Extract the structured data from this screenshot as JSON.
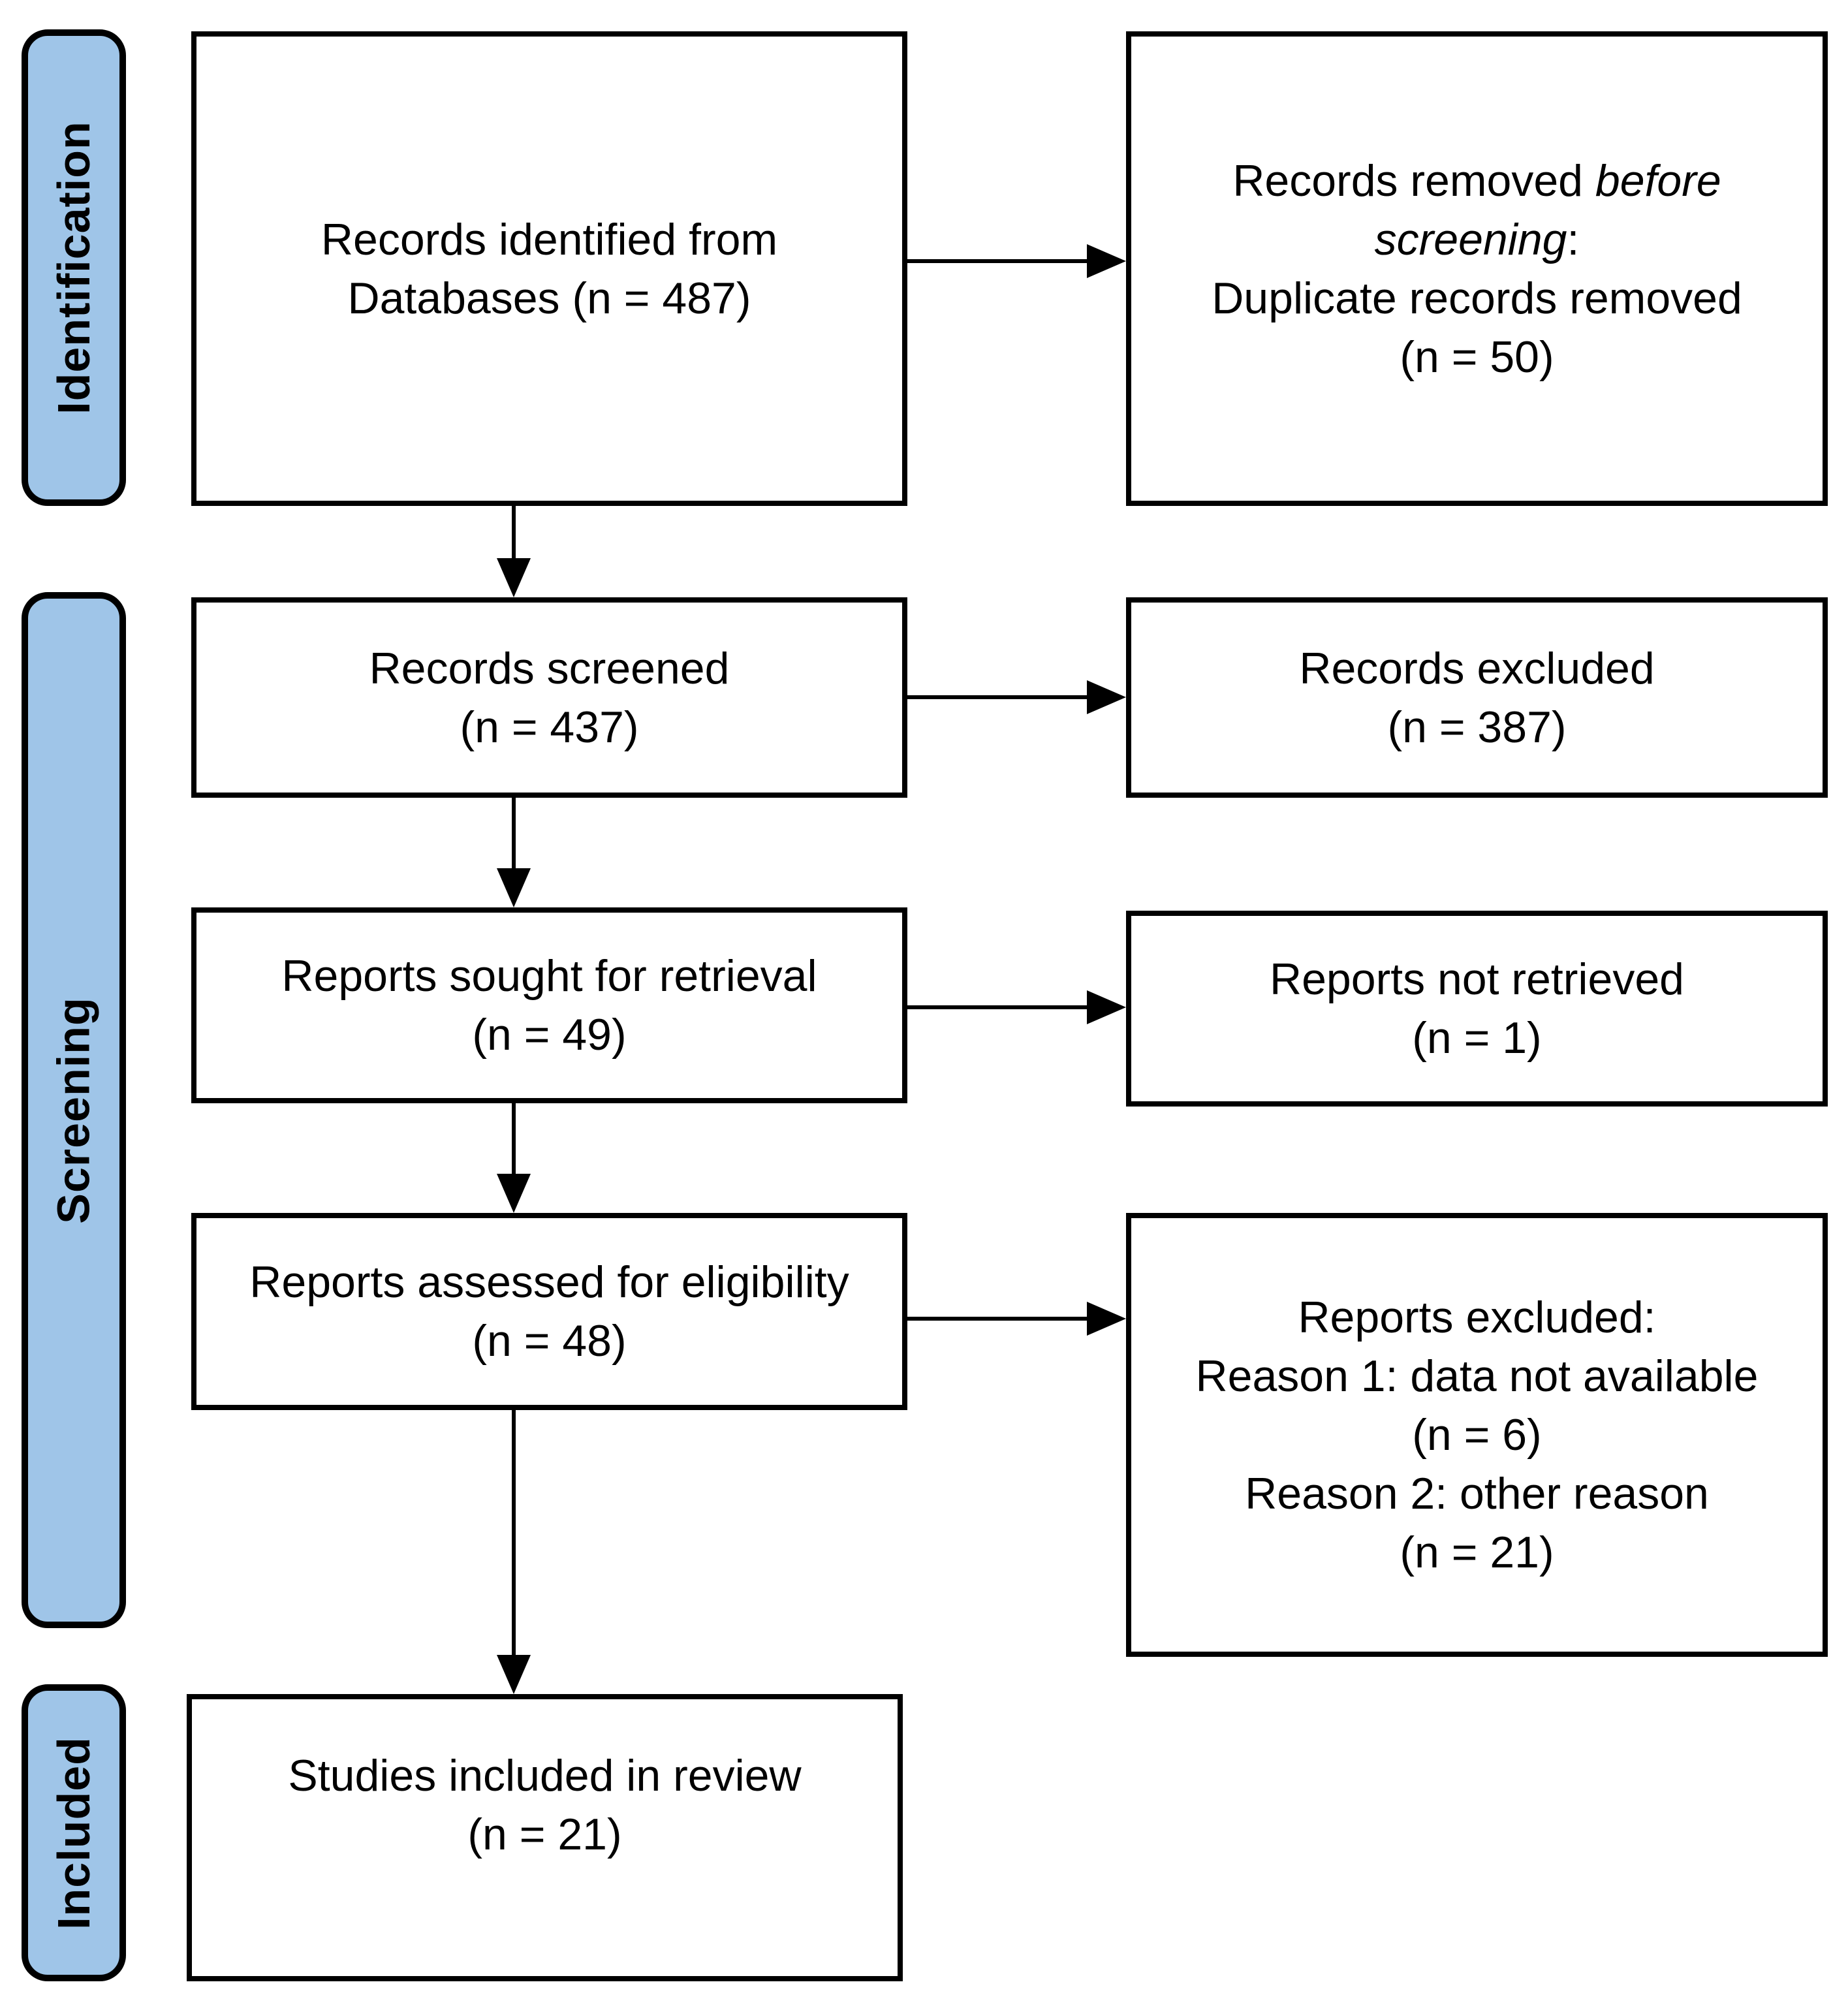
{
  "stages": {
    "identification": "Identification",
    "screening": "Screening",
    "included": "Included"
  },
  "boxes": {
    "records_identified": {
      "lines": [
        "Records identified from",
        "Databases (n = 487)"
      ]
    },
    "records_removed": {
      "line1_regular": "Records removed ",
      "line1_italic": "before",
      "line2_italic": "screening",
      "line2_colon": ":",
      "line3": "Duplicate records removed",
      "line4": "(n = 50)"
    },
    "records_screened": {
      "lines": [
        "Records screened",
        "(n = 437)"
      ]
    },
    "records_excluded": {
      "lines": [
        "Records excluded",
        "(n = 387)"
      ]
    },
    "reports_sought": {
      "lines": [
        "Reports sought for retrieval",
        "(n = 49)"
      ]
    },
    "reports_not_retrieved": {
      "lines": [
        "Reports not retrieved",
        "(n = 1)"
      ]
    },
    "reports_assessed": {
      "lines": [
        "Reports assessed for eligibility",
        "(n = 48)"
      ]
    },
    "reports_excluded": {
      "lines": [
        "Reports excluded:",
        "Reason 1: data not available",
        "(n = 6)",
        "Reason 2: other reason",
        "(n = 21)"
      ]
    },
    "studies_included": {
      "lines": [
        "Studies included in review",
        "(n = 21)"
      ]
    }
  },
  "colors": {
    "stage_fill": "#9FC5E8",
    "stroke": "#000000",
    "background": "#FFFFFF"
  }
}
